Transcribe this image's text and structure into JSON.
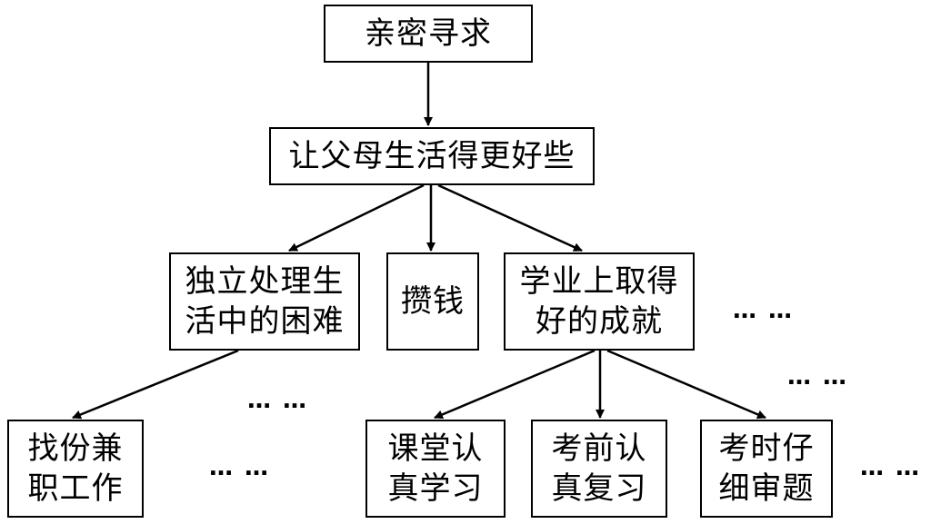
{
  "diagram": {
    "nodes": {
      "root": "亲密寻求",
      "level1": "让父母生活得更好些",
      "independent": [
        "独立处理生",
        "活中的困难"
      ],
      "save_money": "攒钱",
      "academic": [
        "学业上取得",
        "好的成就"
      ],
      "part_time": [
        "找份兼",
        "职工作"
      ],
      "class_study": [
        "课堂认",
        "真学习"
      ],
      "exam_review": [
        "考前认",
        "真复习"
      ],
      "exam_careful": [
        "考时仔",
        "细审题"
      ]
    },
    "ellipsis": "… …"
  }
}
